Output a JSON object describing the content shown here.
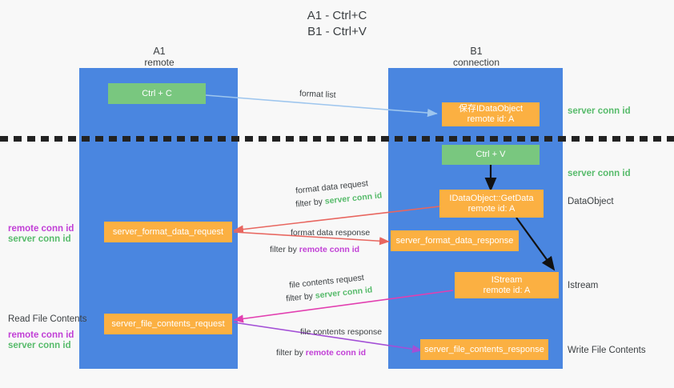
{
  "title": {
    "line1": "A1 - Ctrl+C",
    "line2": "B1 - Ctrl+V"
  },
  "columns": [
    {
      "name": "A1",
      "sub": "remote"
    },
    {
      "name": "B1",
      "sub": "connection"
    }
  ],
  "nodes": {
    "ctrl_c": "Ctrl + C",
    "ctrl_v": "Ctrl + V",
    "save_idataobject_line1": "保存IDataObject",
    "save_idataobject_line2": "remote id: A",
    "getdata_line1": "IDataObject::GetData",
    "getdata_line2": "remote id: A",
    "istream_line1": "IStream",
    "istream_line2": "remote id: A",
    "server_format_data_request": "server_format_data_request",
    "server_format_data_response": "server_format_data_response",
    "server_file_contents_request": "server_file_contents_request",
    "server_file_contents_response": "server_file_contents_response"
  },
  "right_labels": {
    "server_conn_id_top": "server conn id",
    "server_conn_id_mid": "server conn id",
    "dataobject": "DataObject",
    "istream": "Istream",
    "write_file_contents": "Write File Contents"
  },
  "left_labels": {
    "remote_conn_id_1": "remote conn id",
    "server_conn_id_1": "server conn id",
    "read_file_contents": "Read File Contents",
    "remote_conn_id_2": "remote conn id",
    "server_conn_id_2": "server conn id"
  },
  "edges": {
    "format_list": "format list",
    "format_data_request": "format data request",
    "format_data_request_filter_prefix": "filter by ",
    "format_data_request_filter_value": "server conn id",
    "format_data_response": "format data response",
    "format_data_response_filter_prefix": "filter by ",
    "format_data_response_filter_value": "remote conn id",
    "file_contents_request": "file contents request",
    "file_contents_request_filter_prefix": "filter by ",
    "file_contents_request_filter_value": "server conn id",
    "file_contents_response": "file contents response",
    "file_contents_response_filter_prefix": "filter by ",
    "file_contents_response_filter_value": "remote conn id"
  },
  "colors": {
    "band": "#4a86e0",
    "green_node": "#79c77f",
    "orange_node": "#fbb042",
    "green_text": "#57bb6b",
    "purple_text": "#c13fd6",
    "arrow_blue": "#9ec6ee",
    "arrow_red": "#e8665f",
    "arrow_magenta": "#e23fb0",
    "arrow_purple": "#a34fd6",
    "arrow_black": "#111111",
    "background": "#f8f8f8"
  }
}
